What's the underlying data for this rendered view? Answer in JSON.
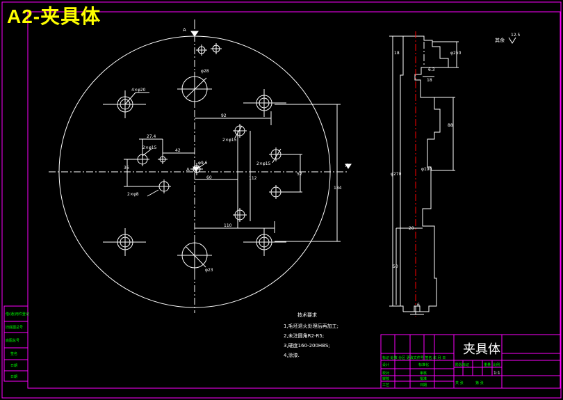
{
  "title": "A2-夹具体",
  "colors": {
    "outline": "#ffffff",
    "frame": "#ff00ff",
    "text_accent": "#00ff00",
    "title": "#ffff00",
    "center_line": "#ff0000"
  },
  "plan_view": {
    "section_mark": "A",
    "section_mark_center": "A",
    "holes": {
      "big_top": "φ28",
      "left_top": "4×φ20",
      "bottom": "φ23"
    },
    "dims": {
      "d27_4": "27.4",
      "d2phi15_left": "2×φ15",
      "d42": "42",
      "d36": "36",
      "d2phi8": "2×φ8",
      "d2phi15_mid": "2×φ15",
      "d2phi15_right": "2×φ15",
      "d9_6": "φ9.6",
      "d60": "60",
      "d92": "92",
      "d112": "112",
      "d52": "52",
      "d184": "184",
      "d110": "110"
    }
  },
  "section_view": {
    "roughness_note": "其余",
    "roughness_value": "12.5",
    "dims": {
      "d270": "φ270",
      "d250": "φ250",
      "d18": "18",
      "d88": "88",
      "d18b": "18",
      "d190": "φ190",
      "d20": "20",
      "d50": "50",
      "d6_3": "6.3",
      "d6": "6"
    }
  },
  "tech_req": {
    "heading": "技术要求",
    "items": [
      "1,毛坯退火处理后再加工;",
      "2,未注圆角R2-R5;",
      "3,硬度160-200HBS;",
      "4,涂漆."
    ]
  },
  "left_strip": {
    "cells": [
      "借(通)用件登记",
      "旧底图总号",
      "底图总号",
      "签名",
      "日期",
      "日期"
    ]
  },
  "title_block": {
    "part_name": "夹具体",
    "row_labels": [
      "标记 处数 分区 更改文件号 签名 年 月 日",
      "设计",
      "校对",
      "审核",
      "工艺"
    ],
    "mid_labels": [
      "标准化",
      "审核",
      "批准",
      "日期"
    ],
    "right_labels": [
      "阶段标记",
      "重量",
      "比例",
      "共 张",
      "第 张"
    ],
    "scale": "1:1"
  }
}
